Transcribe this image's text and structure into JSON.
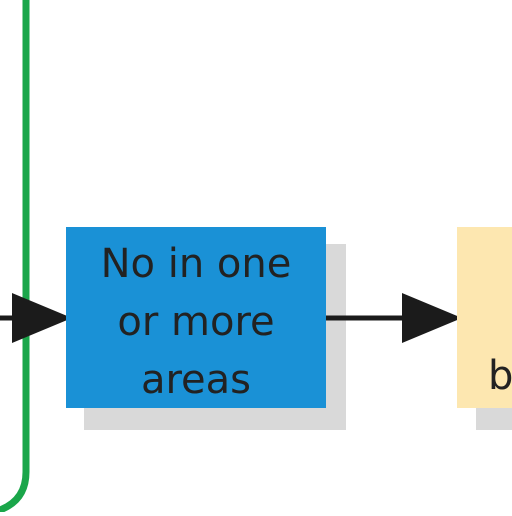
{
  "diagram": {
    "center_box": {
      "lines": [
        "No in one",
        "or more",
        "areas"
      ],
      "fill_color": "#1a91d6",
      "shadow_color": "#d9d9d9"
    },
    "right_box": {
      "visible_text": "b",
      "fill_color": "#fde7b0"
    },
    "bracket": {
      "color": "#1aa64a"
    },
    "connectors": {
      "color": "#1b1b1b"
    }
  }
}
